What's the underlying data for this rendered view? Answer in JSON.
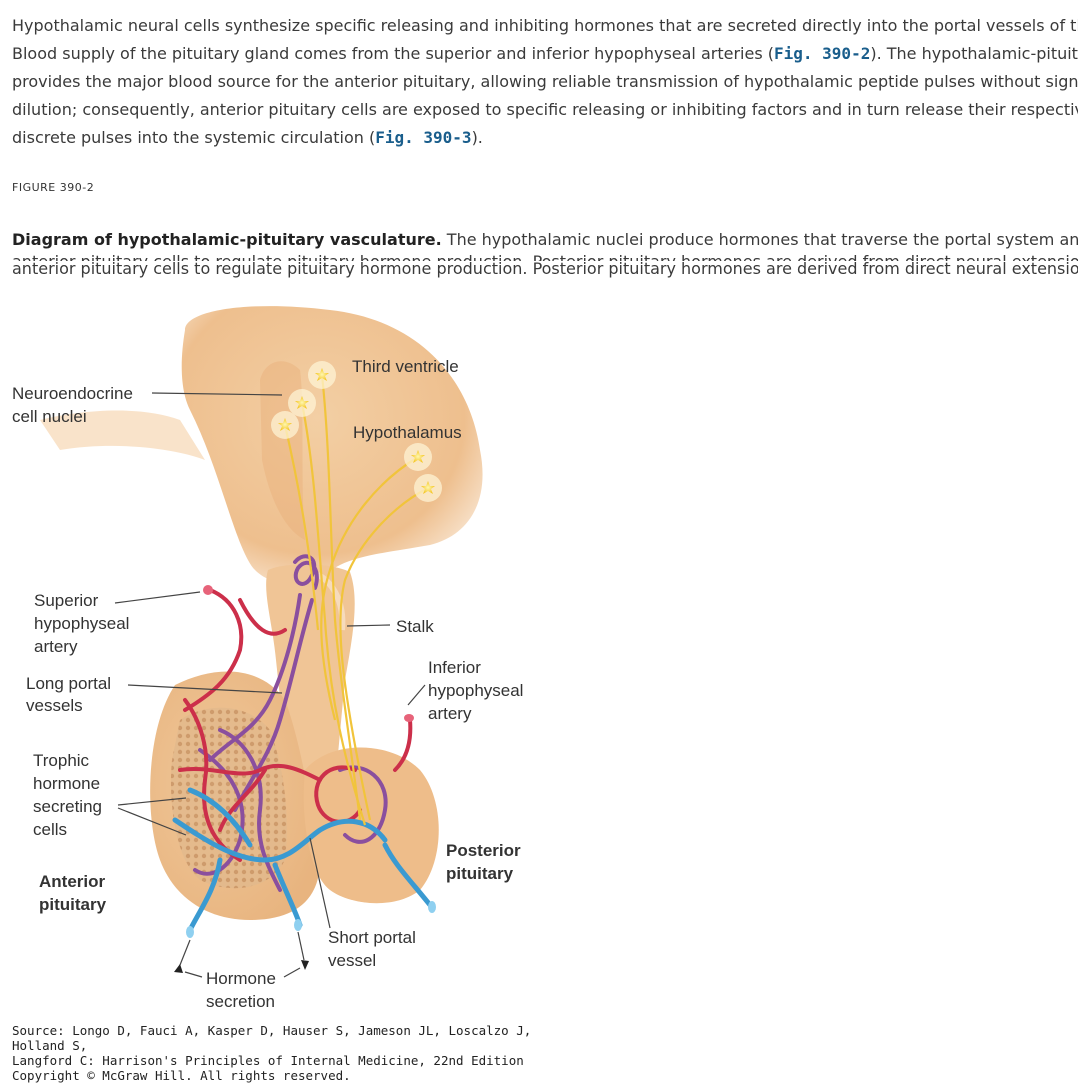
{
  "paragraph": {
    "line1": "Hypothalamic neural cells synthesize specific releasing and inhibiting hormones that are secreted directly into the portal vessels of the pituitary stalk.",
    "line2_before": "Blood supply of the pituitary gland comes from the superior and inferior hypophyseal arteries (",
    "link1": "Fig. 390-2",
    "line2_after": "). The hypothalamic-pituitary portal plexus",
    "line3": "provides the major blood source for the anterior pituitary, allowing reliable transmission of hypothalamic peptide pulses without significant systemic",
    "line4": "dilution; consequently, anterior pituitary cells are exposed to specific releasing or inhibiting factors and in turn release their respective hormones as",
    "line5_before": "discrete pulses into the systemic circulation (",
    "link2": "Fig. 390-3",
    "line5_after": ")."
  },
  "figure": {
    "label": "FIGURE 390-2",
    "caption_title": "Diagram of hypothalamic-pituitary vasculature.",
    "caption_line1": " The hypothalamic nuclei produce hormones that traverse the portal system and impinge on",
    "caption_line2": "anterior pituitary cells to regulate pituitary hormone production. Posterior pituitary hormones are derived from direct neural extensions.",
    "labels": {
      "third_ventricle": "Third ventricle",
      "hypothalamus": "Hypothalamus",
      "neuroendocrine_1": "Neuroendocrine",
      "neuroendocrine_2": "cell nuclei",
      "superior_1": "Superior",
      "superior_2": "hypophyseal",
      "superior_3": "artery",
      "stalk": "Stalk",
      "long_portal_1": "Long portal",
      "long_portal_2": "vessels",
      "inferior_1": "Inferior",
      "inferior_2": "hypophyseal",
      "inferior_3": "artery",
      "trophic_1": "Trophic",
      "trophic_2": "hormone",
      "trophic_3": "secreting",
      "trophic_4": "cells",
      "posterior_1": "Posterior",
      "posterior_2": "pituitary",
      "anterior_1": "Anterior",
      "anterior_2": "pituitary",
      "short_portal_1": "Short portal",
      "short_portal_2": "vessel",
      "hormone_1": "Hormone",
      "hormone_2": "secretion"
    },
    "source_1": "Source: Longo D, Fauci A, Kasper D, Hauser S, Jameson JL, Loscalzo J, Holland S,",
    "source_2": "Langford C: Harrison's Principles of Internal Medicine, 22nd Edition",
    "source_3": "Copyright © McGraw Hill. All rights reserved."
  }
}
